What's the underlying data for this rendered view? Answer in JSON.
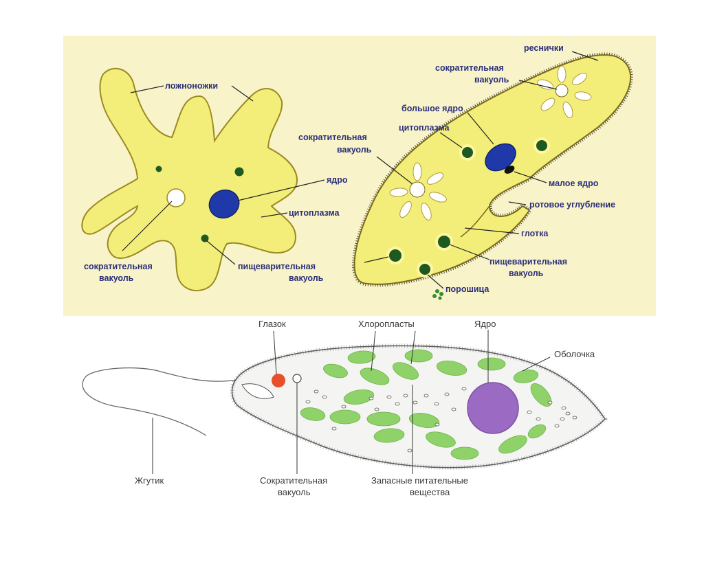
{
  "colors": {
    "panel_bg": "#f8f3c8",
    "cell_fill": "#f3ee7a",
    "cell_stroke": "#9a8a20",
    "nucleus": "#1f3aa8",
    "label_top": "#2a2f7a",
    "chloroplast": "#8fd26a",
    "euglena_nucleus": "#9b6bc4",
    "eyespot": "#e8502a"
  },
  "amoeba": {
    "labels": {
      "pseudopods": "ложноножки",
      "nucleus": "ядро",
      "cytoplasm": "цитоплазма",
      "contractile_vacuole_1": "сократительная",
      "contractile_vacuole_2": "вакуоль",
      "digestive_vacuole_1": "пищеварительная",
      "digestive_vacuole_2": "вакуоль"
    }
  },
  "paramecium": {
    "labels": {
      "cilia": "реснички",
      "contractile_vacuole_top_1": "сократительная",
      "contractile_vacuole_top_2": "вакуоль",
      "macronucleus": "большое ядро",
      "cytoplasm": "цитоплазма",
      "contractile_vacuole_left_1": "сократительная",
      "contractile_vacuole_left_2": "вакуоль",
      "micronucleus": "малое ядро",
      "oral_groove": "ротовое углубление",
      "pharynx": "глотка",
      "digestive_vacuole_1": "пищеварительная",
      "digestive_vacuole_2": "вакуоль",
      "anal_pore": "порошица"
    }
  },
  "euglena": {
    "labels": {
      "eyespot": "Глазок",
      "chloroplasts": "Хлоропласты",
      "nucleus": "Ядро",
      "pellicle": "Оболочка",
      "flagellum": "Жгутик",
      "contractile_vacuole_1": "Сократительная",
      "contractile_vacuole_2": "вакуоль",
      "reserve_1": "Запасные питательные",
      "reserve_2": "вещества"
    }
  }
}
